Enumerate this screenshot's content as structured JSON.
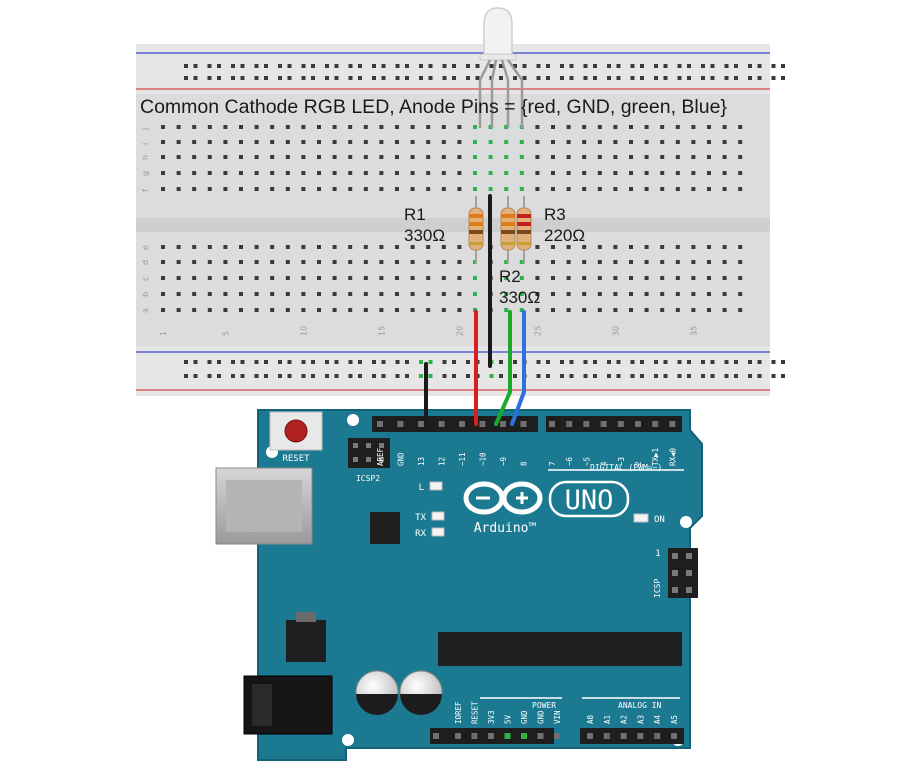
{
  "title": "Common Cathode RGB LED, Anode Pins = {red, GND, green, Blue}",
  "resistors": {
    "r1": {
      "name": "R1",
      "value": "330Ω"
    },
    "r2": {
      "name": "R2",
      "value": "330Ω"
    },
    "r3": {
      "name": "R3",
      "value": "220Ω"
    }
  },
  "breadboard": {
    "row_letters": [
      "j",
      "i",
      "h",
      "g",
      "f",
      "e",
      "d",
      "c",
      "b",
      "a"
    ],
    "column_numbers": [
      "1",
      "5",
      "10",
      "15",
      "20",
      "25",
      "30",
      "35"
    ]
  },
  "board": {
    "reset_label": "RESET",
    "icsp2_label": "ICSP2",
    "icsp_label": "ICSP",
    "icsp_pin1": "1",
    "digital_header_pins": [
      "AREF",
      "GND",
      "13",
      "12",
      "~11",
      "~10",
      "~9",
      "8",
      "7",
      "~6",
      "~5",
      "4",
      "~3",
      "2",
      "TX▶1",
      "RX◀0"
    ],
    "digital_label": "DIGITAL (PWM=~)",
    "led_l": "L",
    "led_tx": "TX",
    "led_rx": "RX",
    "led_on": "ON",
    "brand": "Arduino™",
    "model": "UNO",
    "power_label": "POWER",
    "power_pins": [
      "IOREF",
      "RESET",
      "3V3",
      "5V",
      "GND",
      "GND",
      "VIN"
    ],
    "analog_label": "ANALOG IN",
    "analog_pins": [
      "A0",
      "A1",
      "A2",
      "A3",
      "A4",
      "A5"
    ]
  },
  "colors": {
    "board": "#1b7a92",
    "wire_red": "#d42020",
    "wire_green": "#1aaa2a",
    "wire_blue": "#2f6fe0",
    "wire_black": "#1a1a1a",
    "rail_red": "#d94848",
    "rail_blue": "#3a48c8",
    "active_hole": "#2fb24a"
  }
}
